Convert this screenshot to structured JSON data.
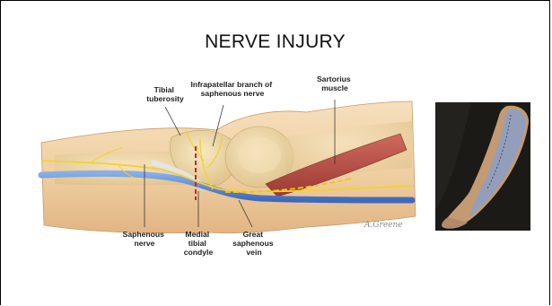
{
  "slide": {
    "title": "NERVE INJURY"
  },
  "illustration": {
    "labels": {
      "tibial_tuberosity": [
        "Tibial",
        "tuberosity"
      ],
      "infrapatellar_branch": [
        "Infrapatellar branch of",
        "saphenous nerve"
      ],
      "sartorius_muscle": [
        "Sartorius",
        "muscle"
      ],
      "saphenous_nerve": [
        "Saphenous",
        "nerve"
      ],
      "medial_tibial_condyle": [
        "Medial",
        "tibial",
        "condyle"
      ],
      "great_saphenous_vein": [
        "Great",
        "saphenous",
        "vein"
      ]
    },
    "signature": "A.Greene",
    "colors": {
      "skin": "#f1d2a8",
      "bone": "#ead29e",
      "nerve": "#f2d230",
      "vein": "#5a87d4",
      "muscle": "#b8524a",
      "incision_marker": "#d81e1e"
    }
  },
  "photo": {
    "colors": {
      "background": "#1b1a17",
      "skin": "#c49a73",
      "drape": "#8ea0c0"
    }
  }
}
